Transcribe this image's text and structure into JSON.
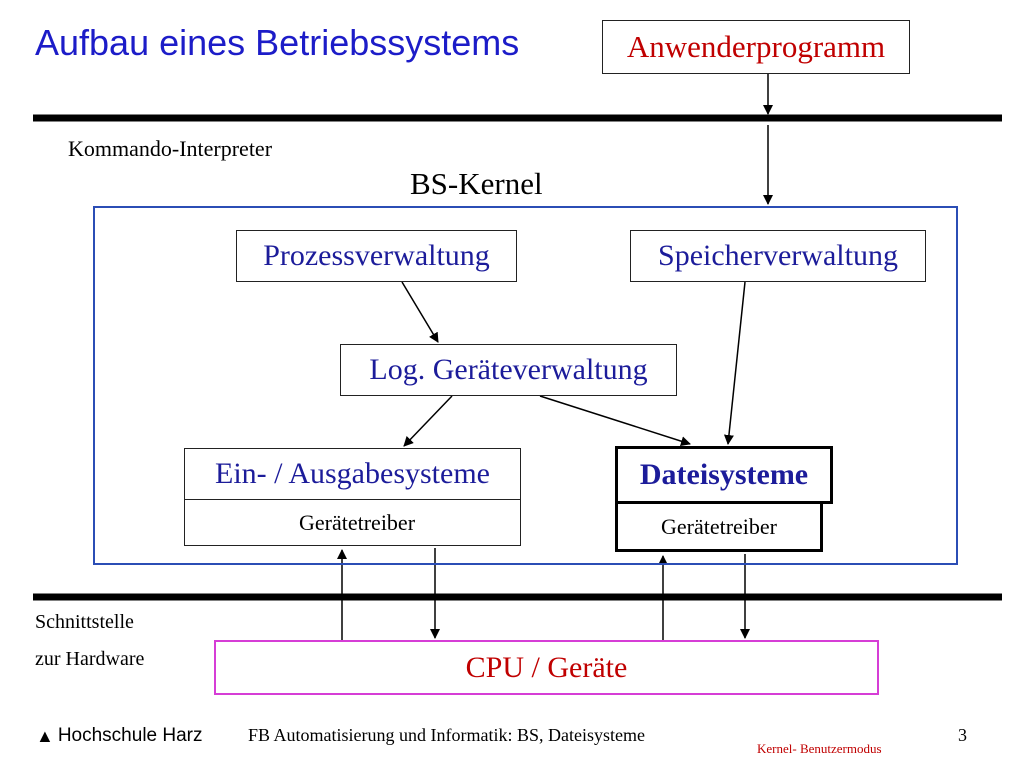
{
  "title": "Aufbau eines Betriebssystems",
  "labels": {
    "anwenderprogramm": "Anwenderprogramm",
    "kommando_interpreter": "Kommando-Interpreter",
    "bs_kernel": "BS-Kernel",
    "prozessverwaltung": "Prozessverwaltung",
    "speicherverwaltung": "Speicherverwaltung",
    "log_geraeteverwaltung": "Log. Geräteverwaltung",
    "ein_ausgabesysteme": "Ein- / Ausgabesysteme",
    "geraetetreiber_1": "Gerätetreiber",
    "dateisysteme": "Dateisysteme",
    "geraetetreiber_2": "Gerätetreiber",
    "schnittstelle_line1": "Schnittstelle",
    "schnittstelle_line2": "zur Hardware",
    "cpu_geraete": "CPU / Geräte"
  },
  "footer": {
    "institution": "Hochschule Harz",
    "course": "FB Automatisierung und Informatik: BS, Dateisysteme",
    "page_number": "3",
    "mode_note": "Kernel- Benutzermodus"
  },
  "colors": {
    "title": "#1c1cc8",
    "module_text": "#1c1c9a",
    "highlight_text": "#c00000",
    "kernel_frame": "#2b4db5",
    "hardware_frame": "#d63dd6"
  }
}
